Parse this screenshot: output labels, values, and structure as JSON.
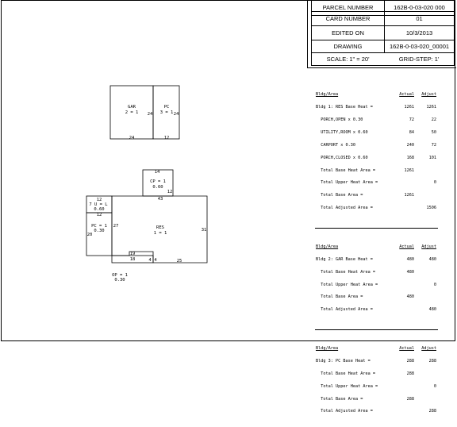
{
  "info_table": {
    "parcel_label": "PARCEL NUMBER",
    "parcel_value": "162B-0-03-020 000",
    "card_label": "CARD NUMBER",
    "card_value": "01",
    "edited_label": "EDITED ON",
    "edited_value": "10/3/2013",
    "drawing_label": "DRAWING",
    "drawing_value": "162B-0-03-020_00001",
    "scale_text": "SCALE:  1\" = 20'",
    "grid_text": "GRID-STEP:  1'"
  },
  "sketch": {
    "gar": {
      "name": "GAR",
      "code": "2 = 1",
      "left": "24",
      "bottom": "24"
    },
    "pc": {
      "name": "PC",
      "code": "3 = 1",
      "right": "24",
      "bottom": "12"
    },
    "cp": {
      "name": "CP = 1",
      "factor": "0.60",
      "top": "14",
      "right": "12"
    },
    "res": {
      "name": "RES",
      "code": "1 = 1",
      "top": "43",
      "right": "31",
      "left": "27",
      "bottom": "25"
    },
    "ul": {
      "name": "7 U = L",
      "factor": "0.60",
      "top": "12",
      "mid": "12"
    },
    "pc_left": {
      "name": "PC = 1",
      "factor": "0.30",
      "left": "20"
    },
    "step": {
      "top": "19",
      "bottom": "18",
      "right": "4",
      "left": "4"
    },
    "op": {
      "name": "OP = 1",
      "factor": "0.30"
    }
  },
  "calc": {
    "sections": [
      {
        "header": {
          "label": "Bldg/Area",
          "c1": "Actual",
          "c2": "Adjust"
        },
        "rows": [
          {
            "label": "Bldg 1: RES Base Heat =",
            "c1": "1261",
            "c2": "1261"
          },
          {
            "label": "  PORCH,OPEN x 0.30",
            "c1": "72",
            "c2": "22"
          },
          {
            "label": "  UTILITY,ROOM x 0.60",
            "c1": "84",
            "c2": "50"
          },
          {
            "label": "  CARPORT x 0.30",
            "c1": "240",
            "c2": "72"
          },
          {
            "label": "  PORCH,CLOSED x 0.60",
            "c1": "168",
            "c2": "101"
          },
          {
            "label": "  Total Base Heat Area =",
            "c1": "1261",
            "c2": ""
          },
          {
            "label": "  Total Upper Heat Area =",
            "c1": "",
            "c2": "0"
          },
          {
            "label": "  Total Base Area =",
            "c1": "1261",
            "c2": ""
          },
          {
            "label": "  Total Adjusted Area =",
            "c1": "",
            "c2": "1506"
          }
        ]
      },
      {
        "header": {
          "label": "Bldg/Area",
          "c1": "Actual",
          "c2": "Adjust"
        },
        "rows": [
          {
            "label": "Bldg 2: GAR Base Heat =",
            "c1": "480",
            "c2": "480"
          },
          {
            "label": "  Total Base Heat Area =",
            "c1": "480",
            "c2": ""
          },
          {
            "label": "  Total Upper Heat Area =",
            "c1": "",
            "c2": "0"
          },
          {
            "label": "  Total Base Area =",
            "c1": "480",
            "c2": ""
          },
          {
            "label": "  Total Adjusted Area =",
            "c1": "",
            "c2": "480"
          }
        ]
      },
      {
        "header": {
          "label": "Bldg/Area",
          "c1": "Actual",
          "c2": "Adjust"
        },
        "rows": [
          {
            "label": "Bldg 3: PC Base Heat =",
            "c1": "288",
            "c2": "288"
          },
          {
            "label": "  Total Base Heat Area =",
            "c1": "288",
            "c2": ""
          },
          {
            "label": "  Total Upper Heat Area =",
            "c1": "",
            "c2": "0"
          },
          {
            "label": "  Total Base Area =",
            "c1": "288",
            "c2": ""
          },
          {
            "label": "  Total Adjusted Area =",
            "c1": "",
            "c2": "288"
          }
        ]
      }
    ]
  }
}
